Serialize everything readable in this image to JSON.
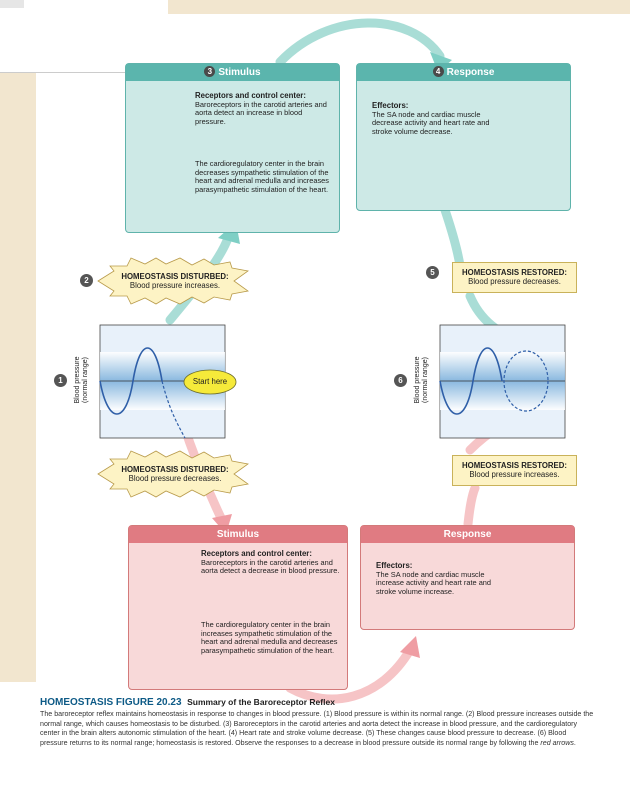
{
  "steps": {
    "n1": "1",
    "n2": "2",
    "n3": "3",
    "n4": "4",
    "n5": "5",
    "n6": "6"
  },
  "top_left": {
    "title": "Stimulus",
    "receptors_heading": "Receptors and control center:",
    "receptors_text": "Baroreceptors in the carotid arteries and aorta detect an increase in blood pressure.",
    "brain_text": "The cardioregulatory center in the brain decreases sympathetic stimulation of the heart and adrenal medulla and increases parasympathetic stimulation of the heart."
  },
  "top_right": {
    "title": "Response",
    "effectors_heading": "Effectors:",
    "effectors_text": "The SA node and cardiac muscle decrease activity and heart rate and stroke volume decrease."
  },
  "bottom_left": {
    "title": "Stimulus",
    "receptors_heading": "Receptors and control center:",
    "receptors_text": "Baroreceptors in the carotid arteries and aorta detect a decrease in blood pressure.",
    "brain_text": "The cardioregulatory center in the brain increases sympathetic stimulation of the heart and adrenal medulla and decreases parasympathetic stimulation of the heart."
  },
  "bottom_right": {
    "title": "Response",
    "effectors_heading": "Effectors:",
    "effectors_text": "The SA node and cardiac muscle increase activity and heart rate and stroke volume increase."
  },
  "disturbed_up": {
    "heading": "HOMEOSTASIS DISTURBED:",
    "text": "Blood pressure increases."
  },
  "disturbed_down": {
    "heading": "HOMEOSTASIS DISTURBED:",
    "text": "Blood pressure decreases."
  },
  "restored_up": {
    "heading": "HOMEOSTASIS RESTORED:",
    "text": "Blood pressure decreases."
  },
  "restored_down": {
    "heading": "HOMEOSTASIS RESTORED:",
    "text": "Blood pressure increases."
  },
  "graph_left": {
    "axis_label_1": "Blood pressure",
    "axis_label_2": "(normal range)",
    "start_label": "Start here"
  },
  "graph_right": {
    "axis_label_1": "Blood pressure",
    "axis_label_2": "(normal range)"
  },
  "caption": {
    "figure_label": "HOMEOSTASIS FIGURE 20.23",
    "figure_title": "Summary of the Baroreceptor Reflex",
    "body": "The baroreceptor reflex maintains homeostasis in response to changes in blood pressure. (1) Blood pressure is within its normal range. (2) Blood pressure increases outside the normal range, which causes homeostasis to be disturbed. (3) Baroreceptors in the carotid arteries and aorta detect the increase in blood pressure, and the cardioregulatory center in the brain alters autonomic stimulation of the heart. (4) Heart rate and stroke volume decrease. (5) These changes cause blood pressure to decrease. (6) Blood pressure returns to its normal range; homeostasis is restored. Observe the responses to a decrease in blood pressure outside its normal range by following the",
    "body_italic": "red arrows",
    "body_end": "."
  },
  "colors": {
    "teal": "#5bb5ad",
    "teal_fill": "#cde9e6",
    "pink": "#e07b82",
    "pink_fill": "#f8d9d9",
    "star_fill": "#fdf3c5",
    "caption_blue": "#0d5a86"
  }
}
